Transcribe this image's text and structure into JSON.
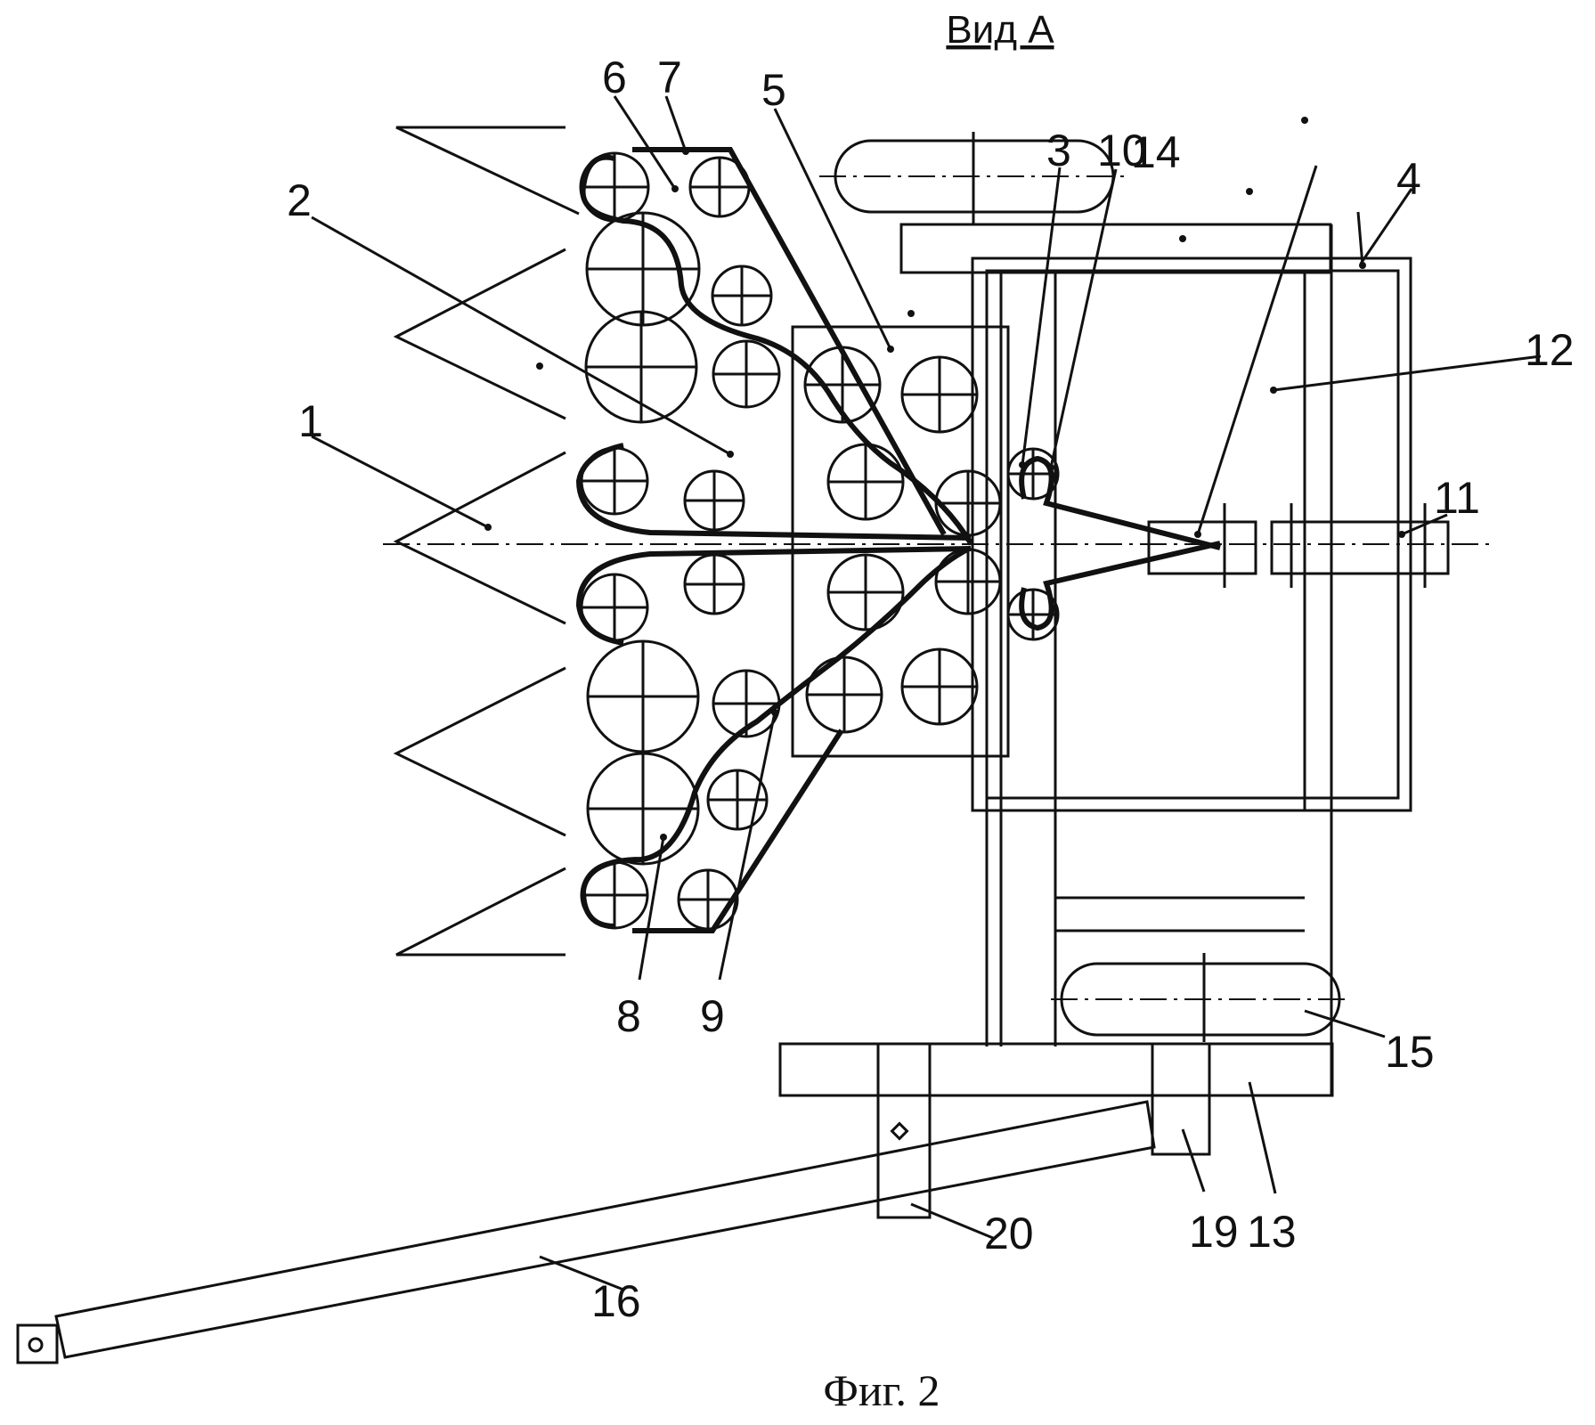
{
  "figure": {
    "view_title": "Вид А",
    "caption": "Фиг. 2"
  },
  "callouts": [
    "1",
    "2",
    "3",
    "4",
    "5",
    "6",
    "7",
    "8",
    "9",
    "10",
    "11",
    "12",
    "13",
    "14",
    "15",
    "16",
    "19",
    "20"
  ]
}
